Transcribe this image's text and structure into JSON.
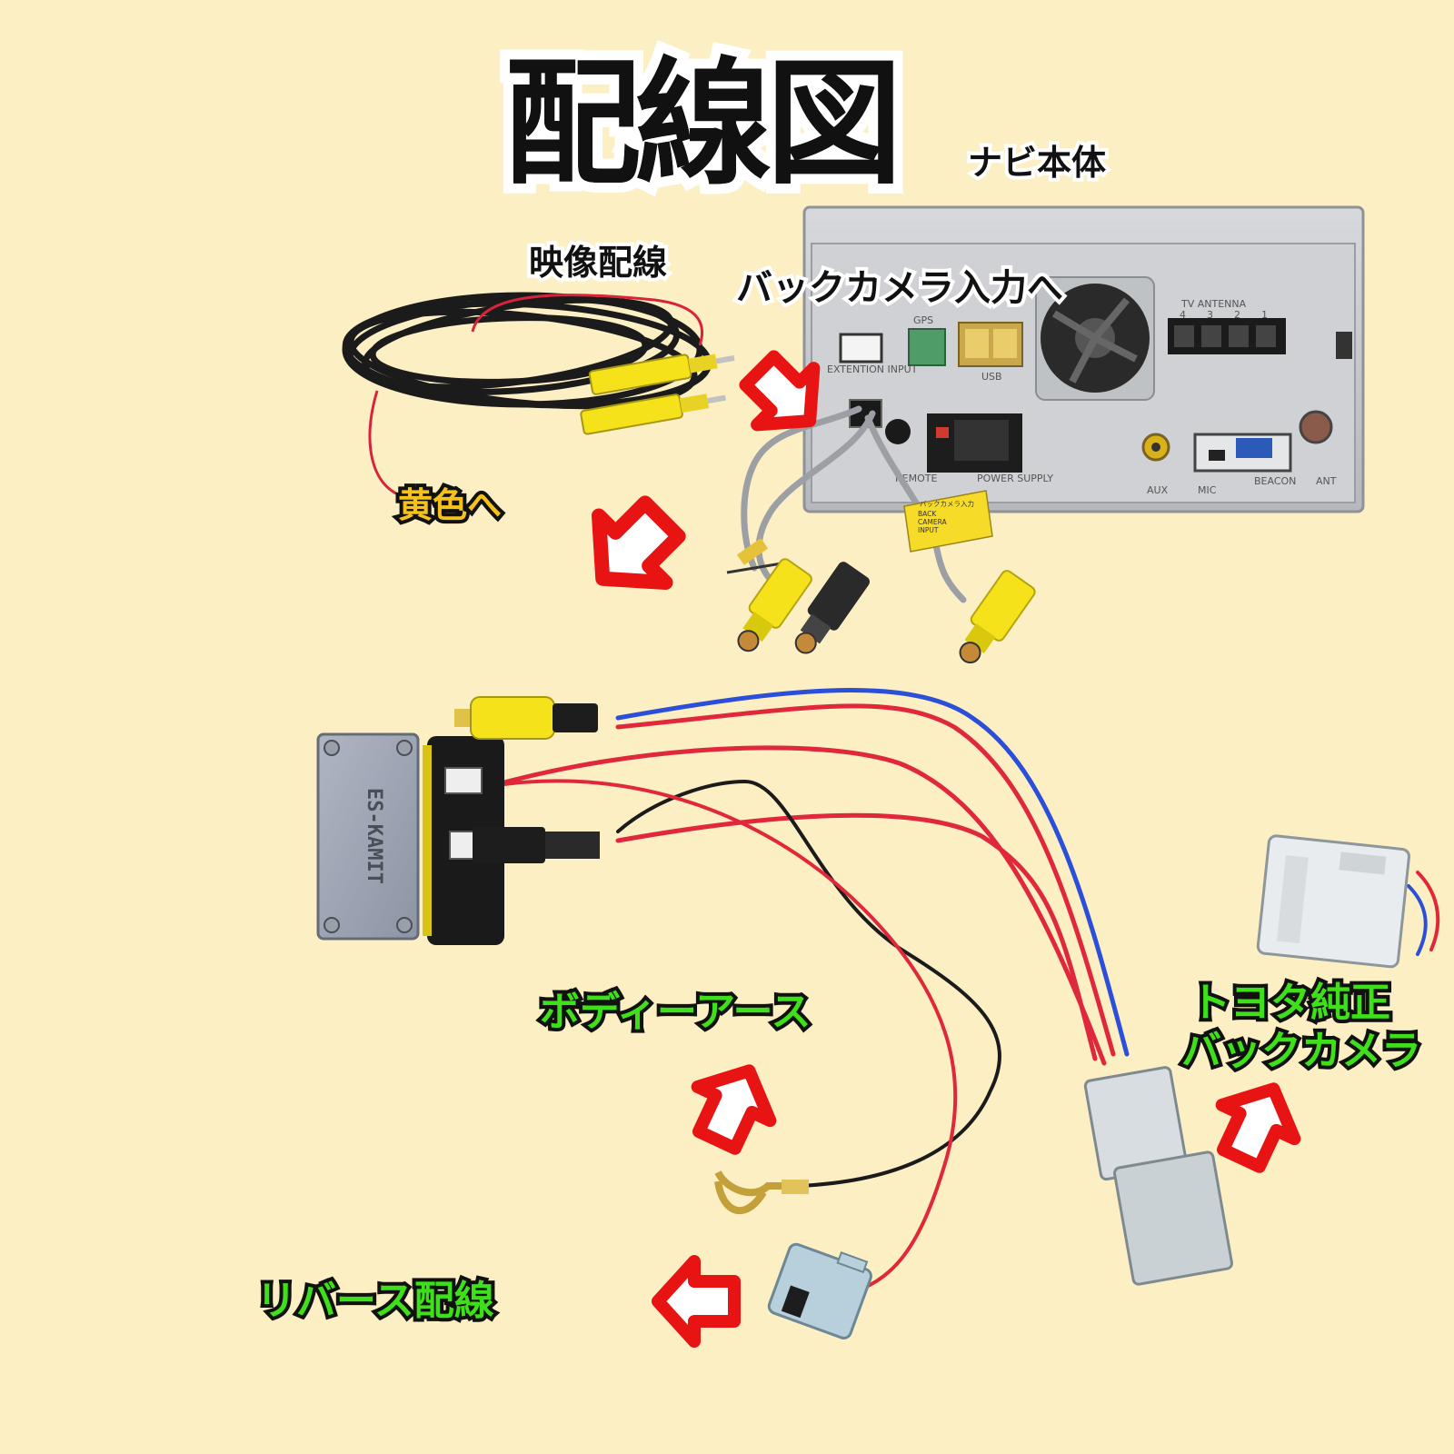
{
  "title": "配線図",
  "labels": {
    "navi_body": "ナビ本体",
    "video_wire": "映像配線",
    "to_back_camera_input": "バックカメラ入力へ",
    "to_yellow": "黄色へ",
    "body_earth": "ボディーアース",
    "toyota_camera_line1": "トヨタ純正",
    "toyota_camera_line2": "バックカメラ",
    "reverse_wire": "リバース配線"
  },
  "device_text": {
    "unit_ports": [
      "EXTENTION INPUT",
      "GPS",
      "USB",
      "REMOTE",
      "POWER SUPPLY",
      "AUX",
      "MIC",
      "BEACON",
      "ANT",
      "TV ANTENNA"
    ],
    "unit_port_numbers": [
      "4",
      "3",
      "2",
      "1"
    ],
    "tag_text": [
      "バックカメラ入力",
      "BACK",
      "CAMERA",
      "INPUT"
    ],
    "adapter_brand": "ES-KAMIT"
  },
  "colors": {
    "background": "#fdefc4",
    "arrow_red": "#e81414",
    "label_green": "#3ee01a",
    "label_yellow": "#f6c21a",
    "rca_yellow": "#f5e21a",
    "wire_red": "#e0283c",
    "wire_blue": "#2b4fd8"
  }
}
